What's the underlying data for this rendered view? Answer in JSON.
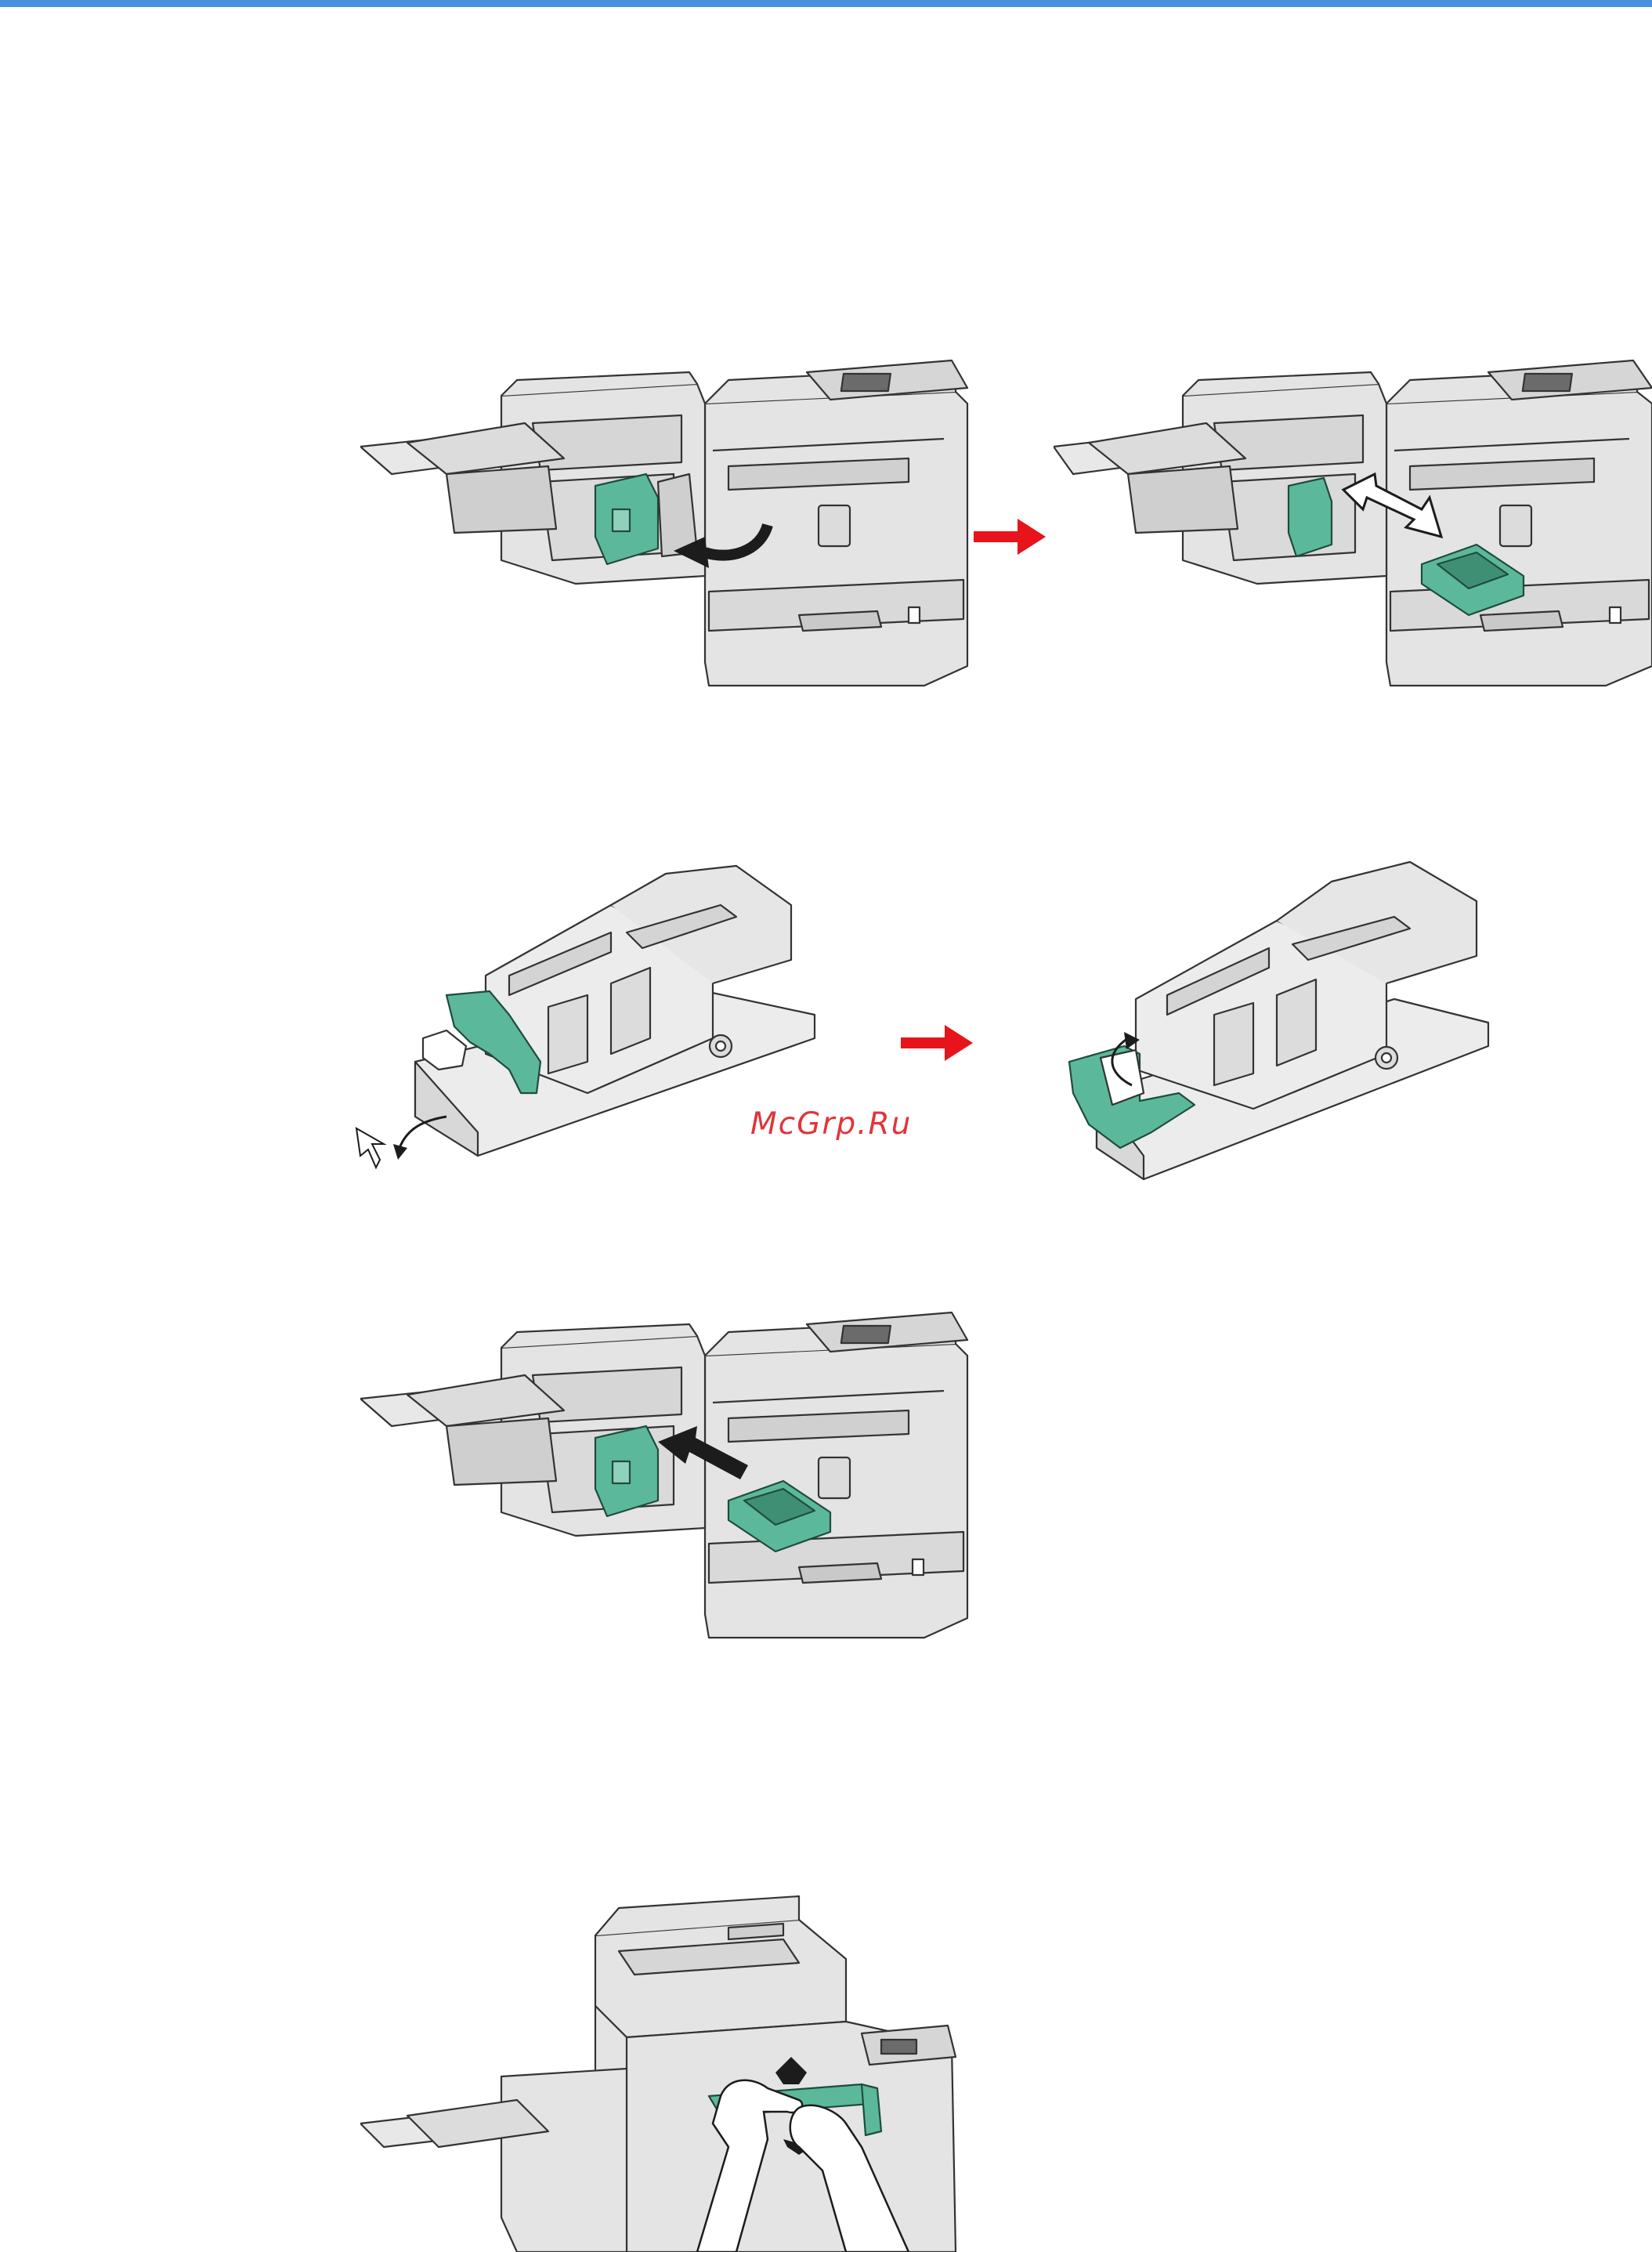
{
  "watermark": {
    "text": "McGrp.Ru"
  },
  "colors": {
    "header_bar": "#4a8fe0",
    "machine_body": "#e4e4e4",
    "machine_shadow": "#c9c9c9",
    "stapler_green": "#5cb89a",
    "arrow_red": "#e8141c",
    "arrow_dark": "#1c1c1c",
    "watermark": "#e0353b"
  },
  "figures": [
    {
      "id": "step1-open-cover",
      "icon": "finisher-door-open-icon"
    },
    {
      "id": "step1-pull-cartridge",
      "icon": "staple-cartridge-removed-icon"
    },
    {
      "id": "step2-release-holder",
      "icon": "staple-holder-release-icon"
    },
    {
      "id": "step2-lift-holder",
      "icon": "staple-holder-lift-icon"
    },
    {
      "id": "step3-insert-cartridge",
      "icon": "staple-cartridge-insert-icon"
    },
    {
      "id": "step4-close-cover",
      "icon": "front-cover-close-icon"
    }
  ]
}
